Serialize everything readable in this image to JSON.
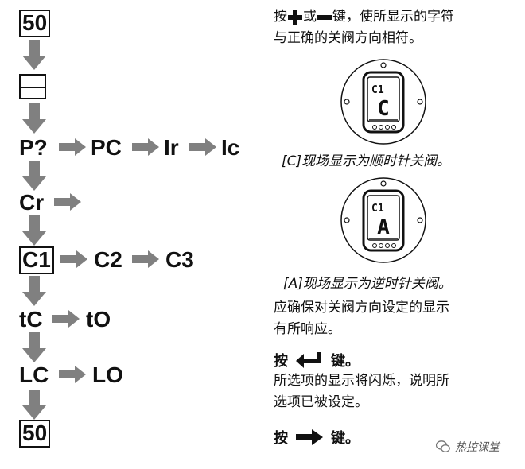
{
  "left_flow": {
    "start_code": "50",
    "blank_box": "",
    "row_p": [
      "P?",
      "PC",
      "Ir",
      "Ic"
    ],
    "row_cr": "Cr",
    "row_c": [
      "C1",
      "C2",
      "C3"
    ],
    "row_t": [
      "tC",
      "tO"
    ],
    "row_l": [
      "LC",
      "LO"
    ],
    "end_code": "50"
  },
  "right_panel": {
    "instruction_1": {
      "pre": "按",
      "mid": "或",
      "post": "键，使所显示的字符",
      "line2": "与正确的关阀方向相符。"
    },
    "device_1": {
      "label": "C1",
      "value": "C"
    },
    "caption_1": "[C]现场显示为顺时针关阀。",
    "device_2": {
      "label": "C1",
      "value": "A"
    },
    "caption_2": "[A]现场显示为逆时针关阀。",
    "response_text_1": "应确保对关阀方向设定的显示",
    "response_text_2": "有所响应。",
    "press_enter": {
      "pre": "按",
      "post": "键。"
    },
    "blink_text_1": "所选项的显示将闪烁，说明所",
    "blink_text_2": "选项已被设定。",
    "press_right": {
      "pre": "按",
      "post": "键。"
    }
  },
  "watermark": {
    "text": "热控课堂",
    "icon": "wechat-icon"
  },
  "colors": {
    "arrow": "#808080",
    "text": "#111111"
  }
}
